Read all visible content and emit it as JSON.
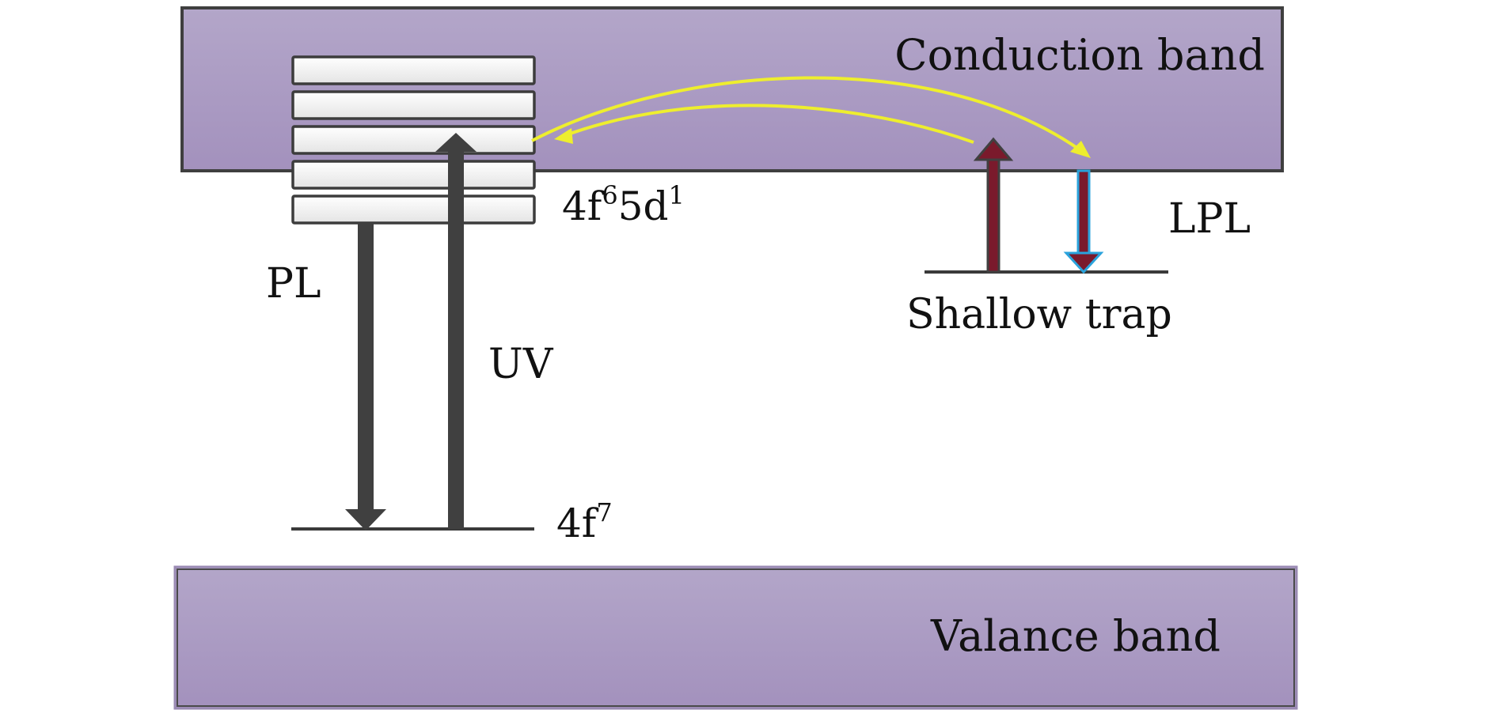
{
  "colors": {
    "band_top": "#b3a6c9",
    "band_bottom": "#a391bd",
    "band_border": "#3f3f3f",
    "level_fill_top": "#ffffff",
    "level_fill_bottom": "#e6e6e6",
    "level_border": "#3c3c3c",
    "arrow_dark": "#404040",
    "arrow_maroon": "#7a1a2c",
    "arrow_blue_outline": "#2aa3dc",
    "arrow_yellow": "#eeee2e",
    "line": "#3a3a3a",
    "text": "#111111"
  },
  "labels": {
    "conduction_band": "Conduction band",
    "valance_band": "Valance band",
    "excited_state_base": "4f",
    "excited_state_sup1": "6",
    "excited_state_mid": "5d",
    "excited_state_sup2": "1",
    "ground_state_base": "4f",
    "ground_state_sup": "7",
    "pl": "PL",
    "uv": "UV",
    "lpl": "LPL",
    "shallow_trap": "Shallow trap"
  },
  "icons": {
    "pl_arrow": "arrow-down-icon",
    "uv_arrow": "arrow-up-icon",
    "trap_release_arrow": "arrow-up-icon",
    "trap_capture_arrow": "arrow-down-icon",
    "transfer_arrows": "curved-arrows-icon"
  }
}
